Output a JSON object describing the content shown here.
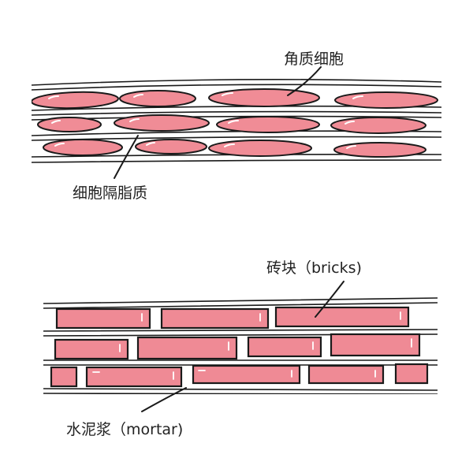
{
  "labels": {
    "corneocyte": "角质细胞",
    "intercellular_lipid": "细胞隔脂质",
    "bricks": "砖块（bricks)",
    "mortar": "水泥浆（mortar)"
  },
  "colors": {
    "cell_fill": "#f08c96",
    "cell_highlight": "#fbd3d8",
    "brick_fill": "#ef8a95",
    "outline": "#1a1a1a",
    "background": "#ffffff"
  }
}
